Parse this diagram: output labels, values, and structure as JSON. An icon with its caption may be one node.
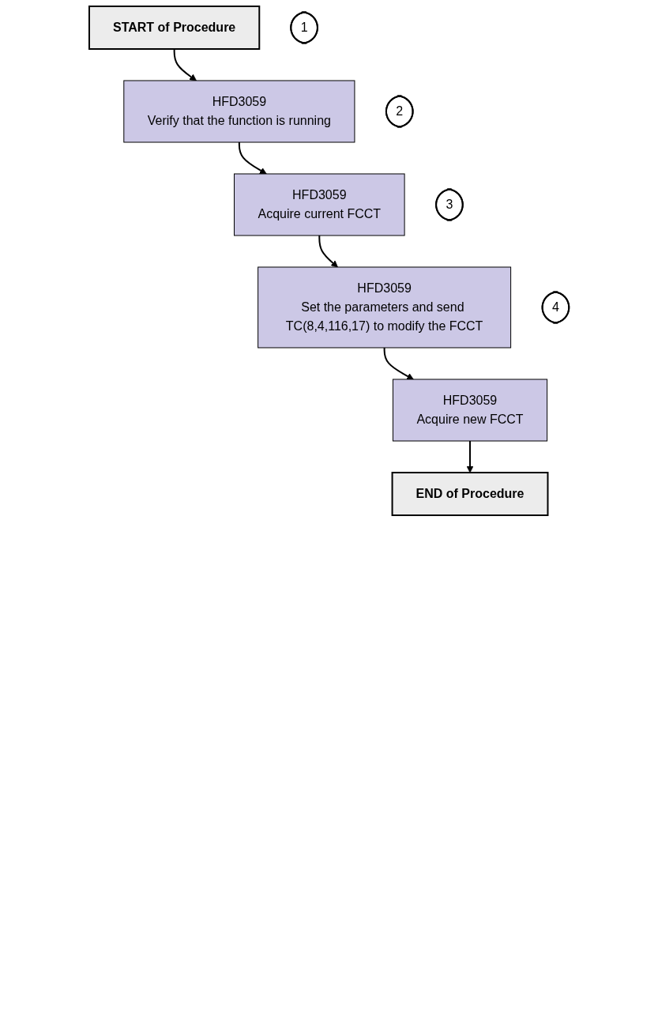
{
  "diagram": {
    "nodes": [
      {
        "text": [
          "START of Procedure"
        ]
      },
      {
        "text": [
          "HFD3059",
          "Verify that the function is running"
        ]
      },
      {
        "text": [
          "1"
        ]
      },
      {
        "text": [
          "HFD3059",
          "Acquire current FCCT"
        ]
      },
      {
        "text": [
          "2"
        ]
      },
      {
        "text": [
          "HFD3059",
          "Set the parameters and send TC(8,4,116,17) to modify the FCCT"
        ]
      },
      {
        "text": [
          "3"
        ]
      },
      {
        "text": [
          "HFD3059",
          "Acquire new FCCT"
        ]
      },
      {
        "text": [
          "4"
        ]
      },
      {
        "text": [
          "END of Procedure"
        ]
      }
    ],
    "edges": [
      {
        "from": 0,
        "to": 1,
        "arrow": "to"
      },
      {
        "from": 1,
        "to": 3,
        "arrow": "to"
      },
      {
        "from": 3,
        "to": 5,
        "arrow": "to"
      },
      {
        "from": 5,
        "to": 7,
        "arrow": "to"
      },
      {
        "from": 7,
        "to": 9,
        "arrow": "to"
      }
    ]
  }
}
